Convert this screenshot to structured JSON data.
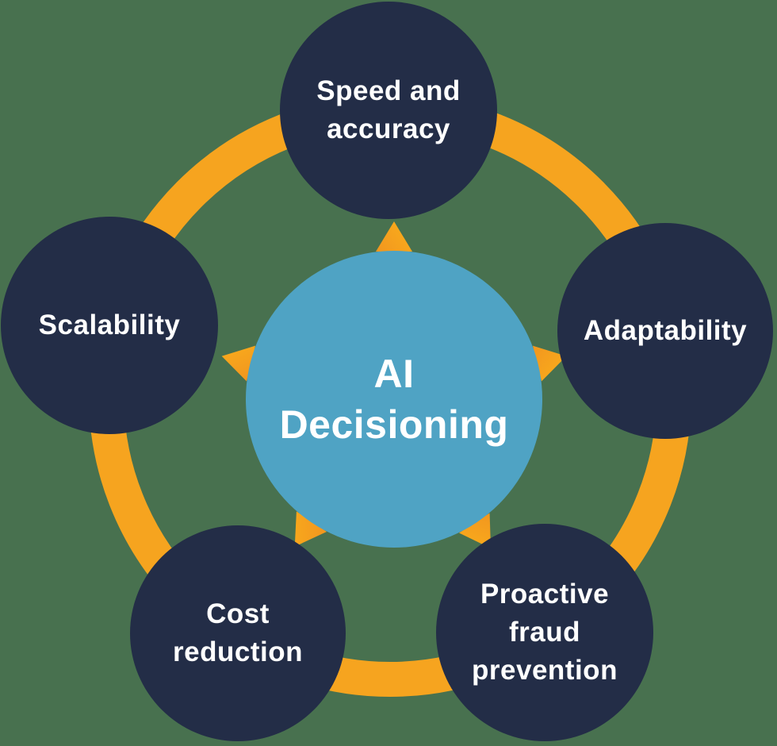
{
  "title": "AI Decisioning benefits cycle diagram",
  "colors": {
    "background": "#48714F",
    "ring": "#F6A41F",
    "arrow_light": "#FBAF1B",
    "arrow_dark": "#EF9020",
    "node": "#232D47",
    "center": "#4FA3C4",
    "text": "#FFFFFF"
  },
  "center_node": {
    "id": "ai-decisioning",
    "label": "AI Decisioning",
    "lines": [
      "AI",
      "Decisioning"
    ]
  },
  "nodes": [
    {
      "id": "speed-and-accuracy",
      "position": "top",
      "label": "Speed and accuracy",
      "lines": [
        "Speed and",
        "accuracy"
      ]
    },
    {
      "id": "adaptability",
      "position": "right",
      "label": "Adaptability",
      "lines": [
        "Adaptability"
      ]
    },
    {
      "id": "proactive-fraud-prevention",
      "position": "bottom-right",
      "label": "Proactive fraud prevention",
      "lines": [
        "Proactive",
        "fraud",
        "prevention"
      ]
    },
    {
      "id": "cost-reduction",
      "position": "bottom-left",
      "label": "Cost reduction",
      "lines": [
        "Cost",
        "reduction"
      ]
    },
    {
      "id": "scalability",
      "position": "left",
      "label": "Scalability",
      "lines": [
        "Scalability"
      ]
    }
  ],
  "connector": {
    "shape": "ring",
    "arrow_count": 5,
    "arrow_direction": "outward-from-center"
  }
}
